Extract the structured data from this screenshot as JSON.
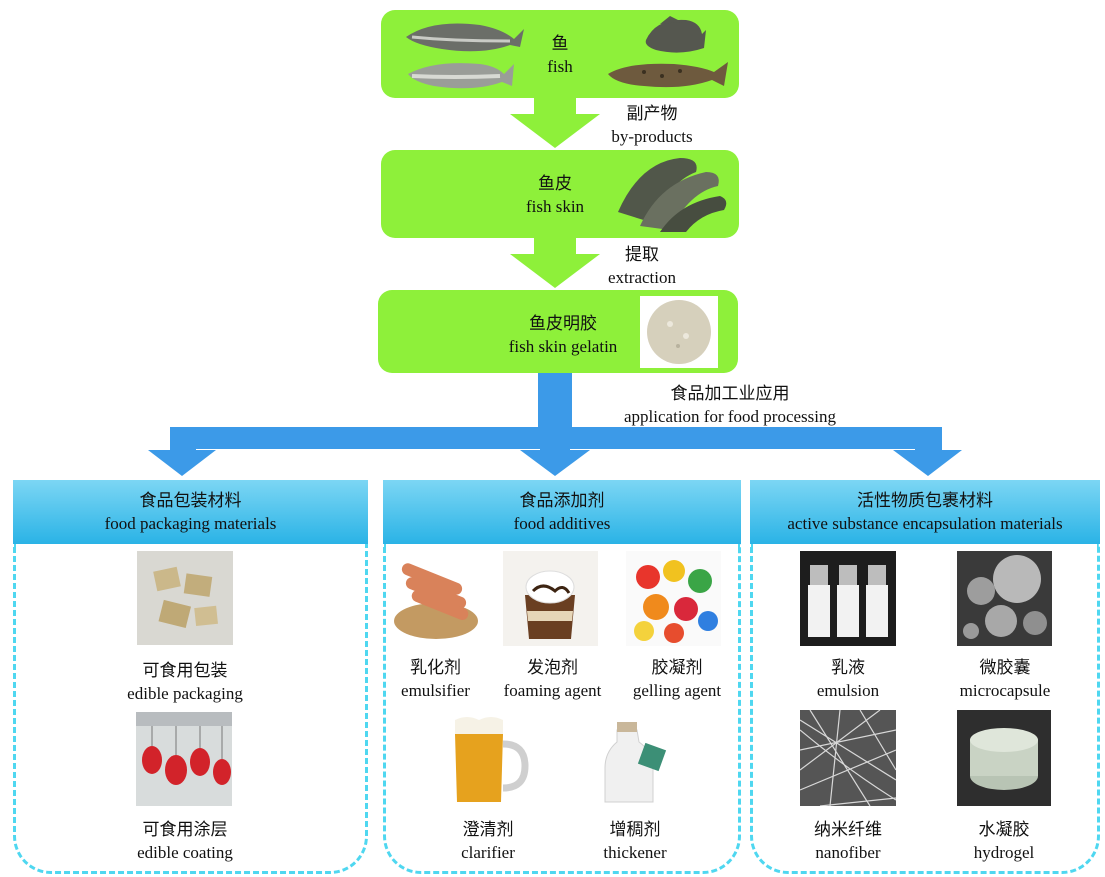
{
  "colors": {
    "box_green": "#8ef03a",
    "arrow_green": "#8ef03a",
    "arrow_blue": "#3c9ae8",
    "header_blue": "#2ab3e6",
    "panel_border": "#4fd7f0"
  },
  "top": {
    "fish": {
      "zh": "鱼",
      "en": "fish"
    },
    "arrow1": {
      "zh": "副产物",
      "en": "by-products"
    },
    "skin": {
      "zh": "鱼皮",
      "en": "fish skin"
    },
    "arrow2": {
      "zh": "提取",
      "en": "extraction"
    },
    "gelatin": {
      "zh": "鱼皮明胶",
      "en": "fish skin gelatin"
    },
    "application": {
      "zh": "食品加工业应用",
      "en": "application for food processing"
    }
  },
  "categories": [
    {
      "zh": "食品包装材料",
      "en": "food packaging materials",
      "items": [
        {
          "zh": "可食用包装",
          "en": "edible packaging"
        },
        {
          "zh": "可食用涂层",
          "en": "edible coating"
        }
      ]
    },
    {
      "zh": "食品添加剂",
      "en": "food additives",
      "items": [
        {
          "zh": "乳化剂",
          "en": "emulsifier"
        },
        {
          "zh": "发泡剂",
          "en": "foaming agent"
        },
        {
          "zh": "胶凝剂",
          "en": "gelling agent"
        },
        {
          "zh": "澄清剂",
          "en": "clarifier"
        },
        {
          "zh": "增稠剂",
          "en": "thickener"
        }
      ]
    },
    {
      "zh": "活性物质包裹材料",
      "en": "active substance encapsulation materials",
      "items": [
        {
          "zh": "乳液",
          "en": "emulsion"
        },
        {
          "zh": "微胶囊",
          "en": "microcapsule"
        },
        {
          "zh": "纳米纤维",
          "en": "nanofiber"
        },
        {
          "zh": "水凝胶",
          "en": "hydrogel"
        }
      ]
    }
  ]
}
